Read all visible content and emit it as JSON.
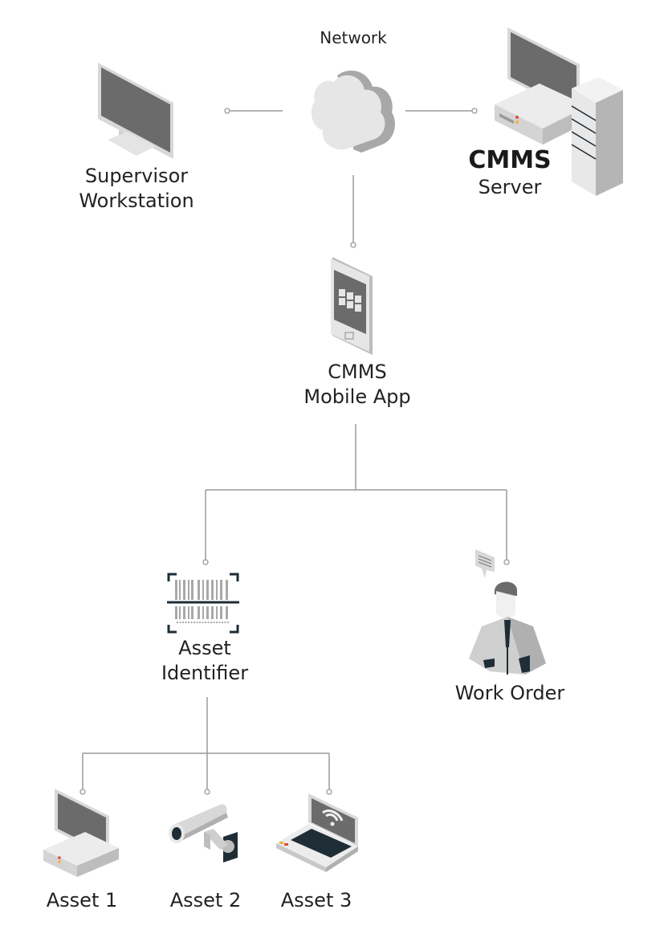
{
  "diagram": {
    "nodes": {
      "network": {
        "label": "Network"
      },
      "supervisor": {
        "line1": "Supervisor",
        "line2": "Workstation"
      },
      "server": {
        "line1": "CMMS",
        "line2": "Server"
      },
      "mobile_app": {
        "line1": "CMMS",
        "line2": "Mobile App"
      },
      "asset_identifier": {
        "line1": "Asset",
        "line2": "Identifier"
      },
      "work_order": {
        "label": "Work Order"
      },
      "asset1": {
        "label": "Asset 1"
      },
      "asset2": {
        "label": "Asset 2"
      },
      "asset3": {
        "label": "Asset 3"
      }
    },
    "icons": {
      "network": "cloud-icon",
      "supervisor": "monitor-icon",
      "server": "server-tower-icon",
      "mobile_app": "smartphone-icon",
      "asset_identifier": "barcode-scanner-icon",
      "work_order": "technician-icon",
      "asset1": "desktop-computer-icon",
      "asset2": "security-camera-icon",
      "asset3": "laptop-wifi-icon"
    },
    "edges": [
      [
        "supervisor",
        "network"
      ],
      [
        "network",
        "server"
      ],
      [
        "network",
        "mobile_app"
      ],
      [
        "mobile_app",
        "asset_identifier"
      ],
      [
        "mobile_app",
        "work_order"
      ],
      [
        "asset_identifier",
        "asset1"
      ],
      [
        "asset_identifier",
        "asset2"
      ],
      [
        "asset_identifier",
        "asset3"
      ]
    ],
    "colors": {
      "line": "#9a9a9a",
      "screen": "#6b6b6b",
      "body": "#e4e4e4",
      "shade": "#b5b5b5",
      "dark": "#1e2d36"
    }
  }
}
